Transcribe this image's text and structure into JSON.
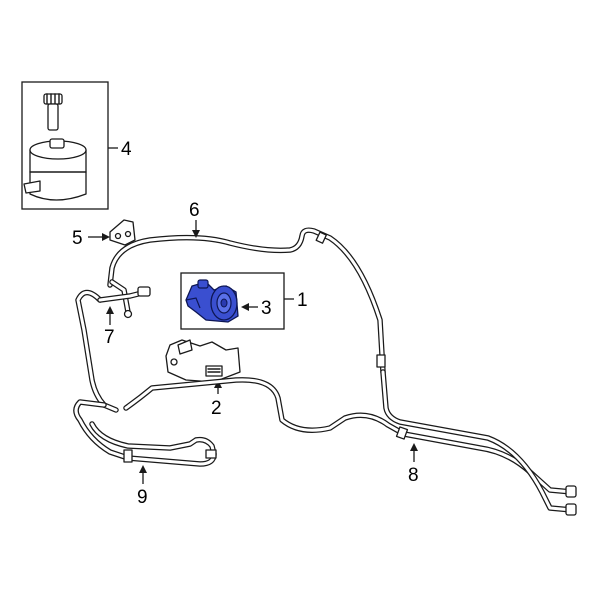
{
  "diagram": {
    "highlight_color": "#3a4fd0",
    "callouts": {
      "c1": "1",
      "c2": "2",
      "c3": "3",
      "c4": "4",
      "c5": "5",
      "c6": "6",
      "c7": "7",
      "c8": "8",
      "c9": "9"
    },
    "parts": {
      "c3_icon": "power-steering-pump",
      "c2_icon": "pump-mounting-bracket",
      "c4_icon": "reservoir-with-cap",
      "c5_icon": "clip-bracket",
      "c6_icon": "pressure-line",
      "c7_icon": "hose",
      "c8_icon": "return-line",
      "c9_icon": "cooler-line"
    }
  }
}
